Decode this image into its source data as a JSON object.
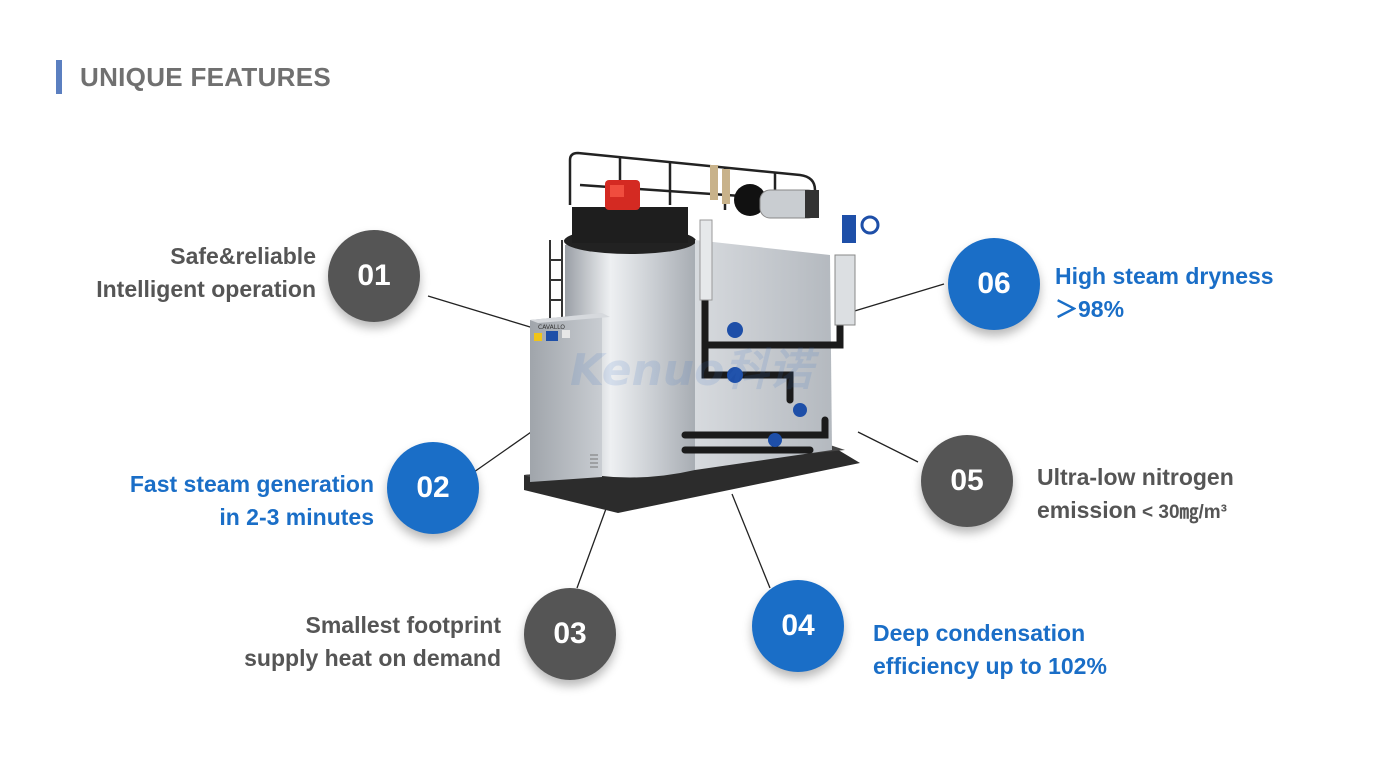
{
  "header": {
    "title": "UNIQUE FEATURES"
  },
  "product": {
    "image_description": "vertical steam boiler with control cabinet, burner, piping and valves",
    "brand_label": "CAVALLO",
    "watermark": "Kenuo科诺"
  },
  "features": [
    {
      "number": "01",
      "line1": "Safe&reliable",
      "line2": "Intelligent operation",
      "theme": "gray"
    },
    {
      "number": "02",
      "line1": "Fast steam generation",
      "line2": "in 2-3 minutes",
      "theme": "blue"
    },
    {
      "number": "03",
      "line1": "Smallest footprint",
      "line2": "supply heat on demand",
      "theme": "gray"
    },
    {
      "number": "04",
      "line1": "Deep condensation",
      "line2": "efficiency up to 102%",
      "theme": "blue"
    },
    {
      "number": "05",
      "line1": "Ultra-low nitrogen",
      "line2_main": "emission",
      "line2_unit": " < 30㎎/m³",
      "theme": "gray"
    },
    {
      "number": "06",
      "line1": "High steam dryness",
      "line2": "＞98%",
      "theme": "blue"
    }
  ],
  "colors": {
    "gray": "#555555",
    "blue": "#1a6ec7",
    "title": "#707070",
    "accent_bar": "#5b7fc0"
  }
}
